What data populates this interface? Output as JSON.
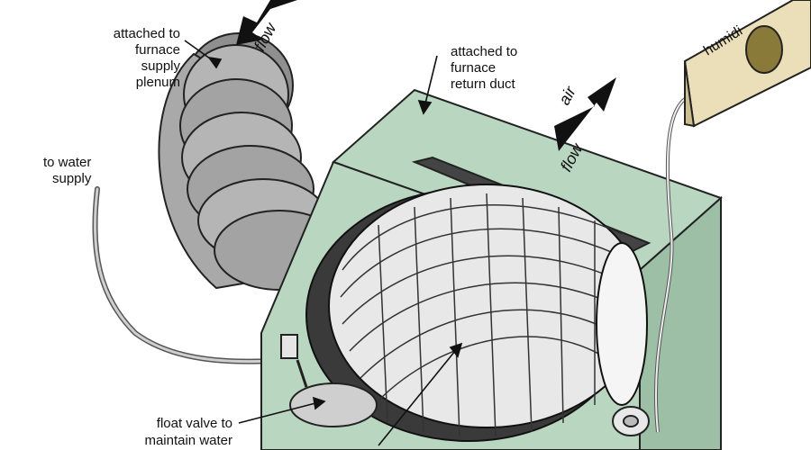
{
  "labels": {
    "supply_line1": "attached to",
    "supply_line2": "furnace",
    "supply_line3": "supply",
    "supply_line4": "plenum",
    "return_line1": "attached to",
    "return_line2": "furnace",
    "return_line3": "return duct",
    "water_line1": "to water",
    "water_line2": "supply",
    "float_line1": "float valve to",
    "float_line2": "maintain water",
    "flow_top": "flow",
    "air_right": "air",
    "flow_right": "flow",
    "humidistat": "humidi"
  },
  "colors": {
    "cabinet": "#b9d6c1",
    "cabinet_dark": "#9cbfa6",
    "duct": "#a9a9a9",
    "drum": "#e8e8e8",
    "humidistat": "#eadfb8",
    "dial": "#8a7a3a"
  }
}
